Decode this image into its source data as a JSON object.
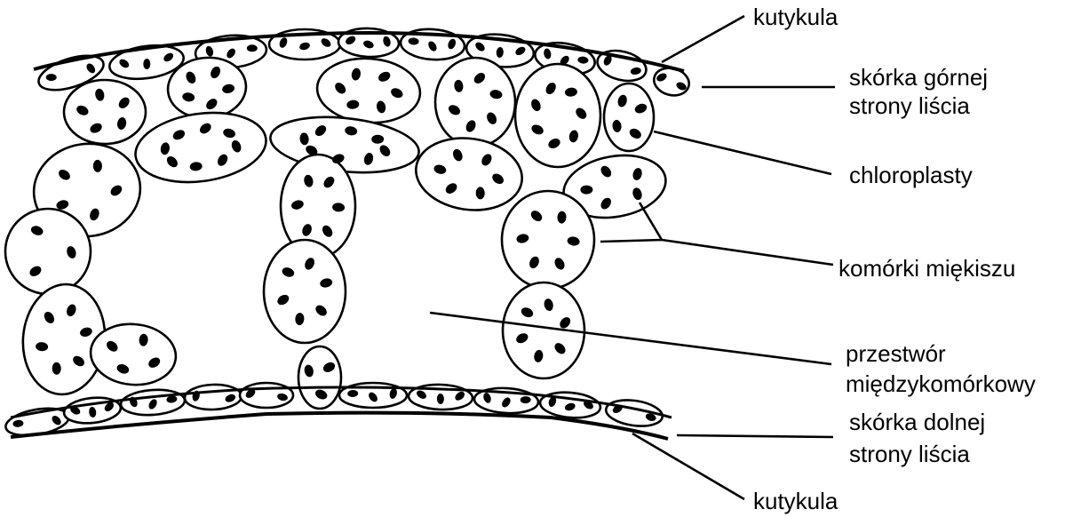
{
  "diagram": {
    "labels": {
      "cuticle_top": "kutykula",
      "upper_epidermis_line1": "skórka górnej",
      "upper_epidermis_line2": "strony liścia",
      "chloroplasts": "chloroplasty",
      "parenchyma_cells": "komórki miękiszu",
      "intercellular_space_line1": "przestwór",
      "intercellular_space_line2": "międzykomórkowy",
      "lower_epidermis_line1": "skórka dolnej",
      "lower_epidermis_line2": "strony liścia",
      "cuticle_bottom": "kutykula"
    },
    "colors": {
      "ink": "#000000",
      "paper": "#ffffff"
    }
  }
}
